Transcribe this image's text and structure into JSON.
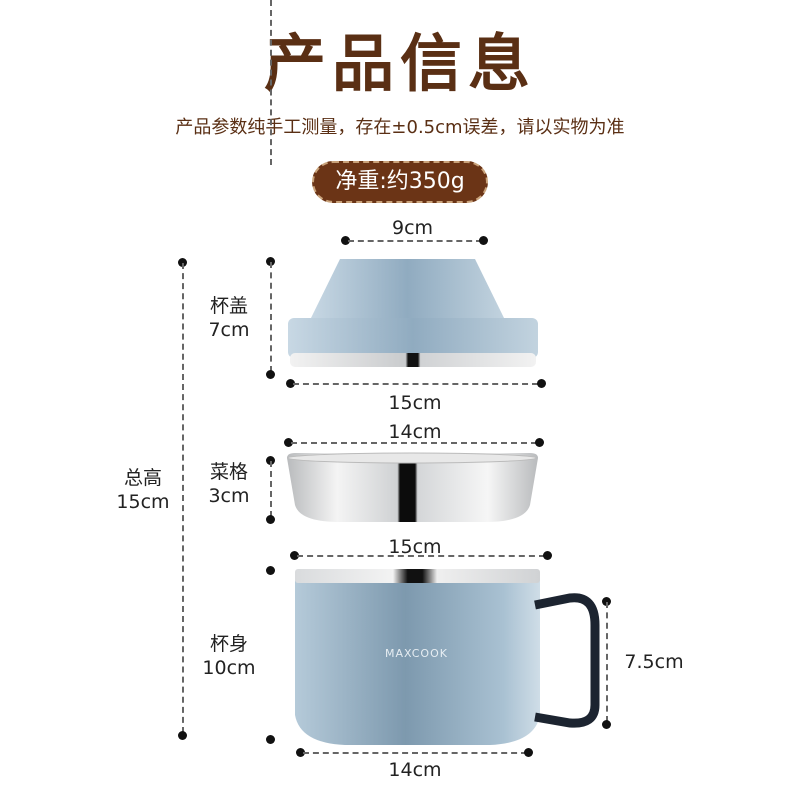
{
  "header": {
    "title": "产品信息",
    "subtitle": "产品参数纯手工测量，存在±0.5cm误差，请以实物为准",
    "weight_badge": "净重:约350g"
  },
  "dimensions": {
    "total_height": {
      "name": "总高",
      "value": "15cm"
    },
    "lid": {
      "name": "杯盖",
      "height": "7cm",
      "top_width": "9cm",
      "bottom_width": "15cm"
    },
    "tray": {
      "name": "菜格",
      "height": "3cm",
      "width": "14cm"
    },
    "body": {
      "name": "杯身",
      "height": "10cm",
      "top_width": "15cm",
      "bottom_width": "14cm",
      "handle_height": "7.5cm"
    }
  },
  "product": {
    "brand": "MAXCOOK",
    "colors": {
      "body": "#9fb9cc",
      "steel": "#d8dadc",
      "handle": "#1c2430",
      "accent": "#5a2f14"
    }
  }
}
